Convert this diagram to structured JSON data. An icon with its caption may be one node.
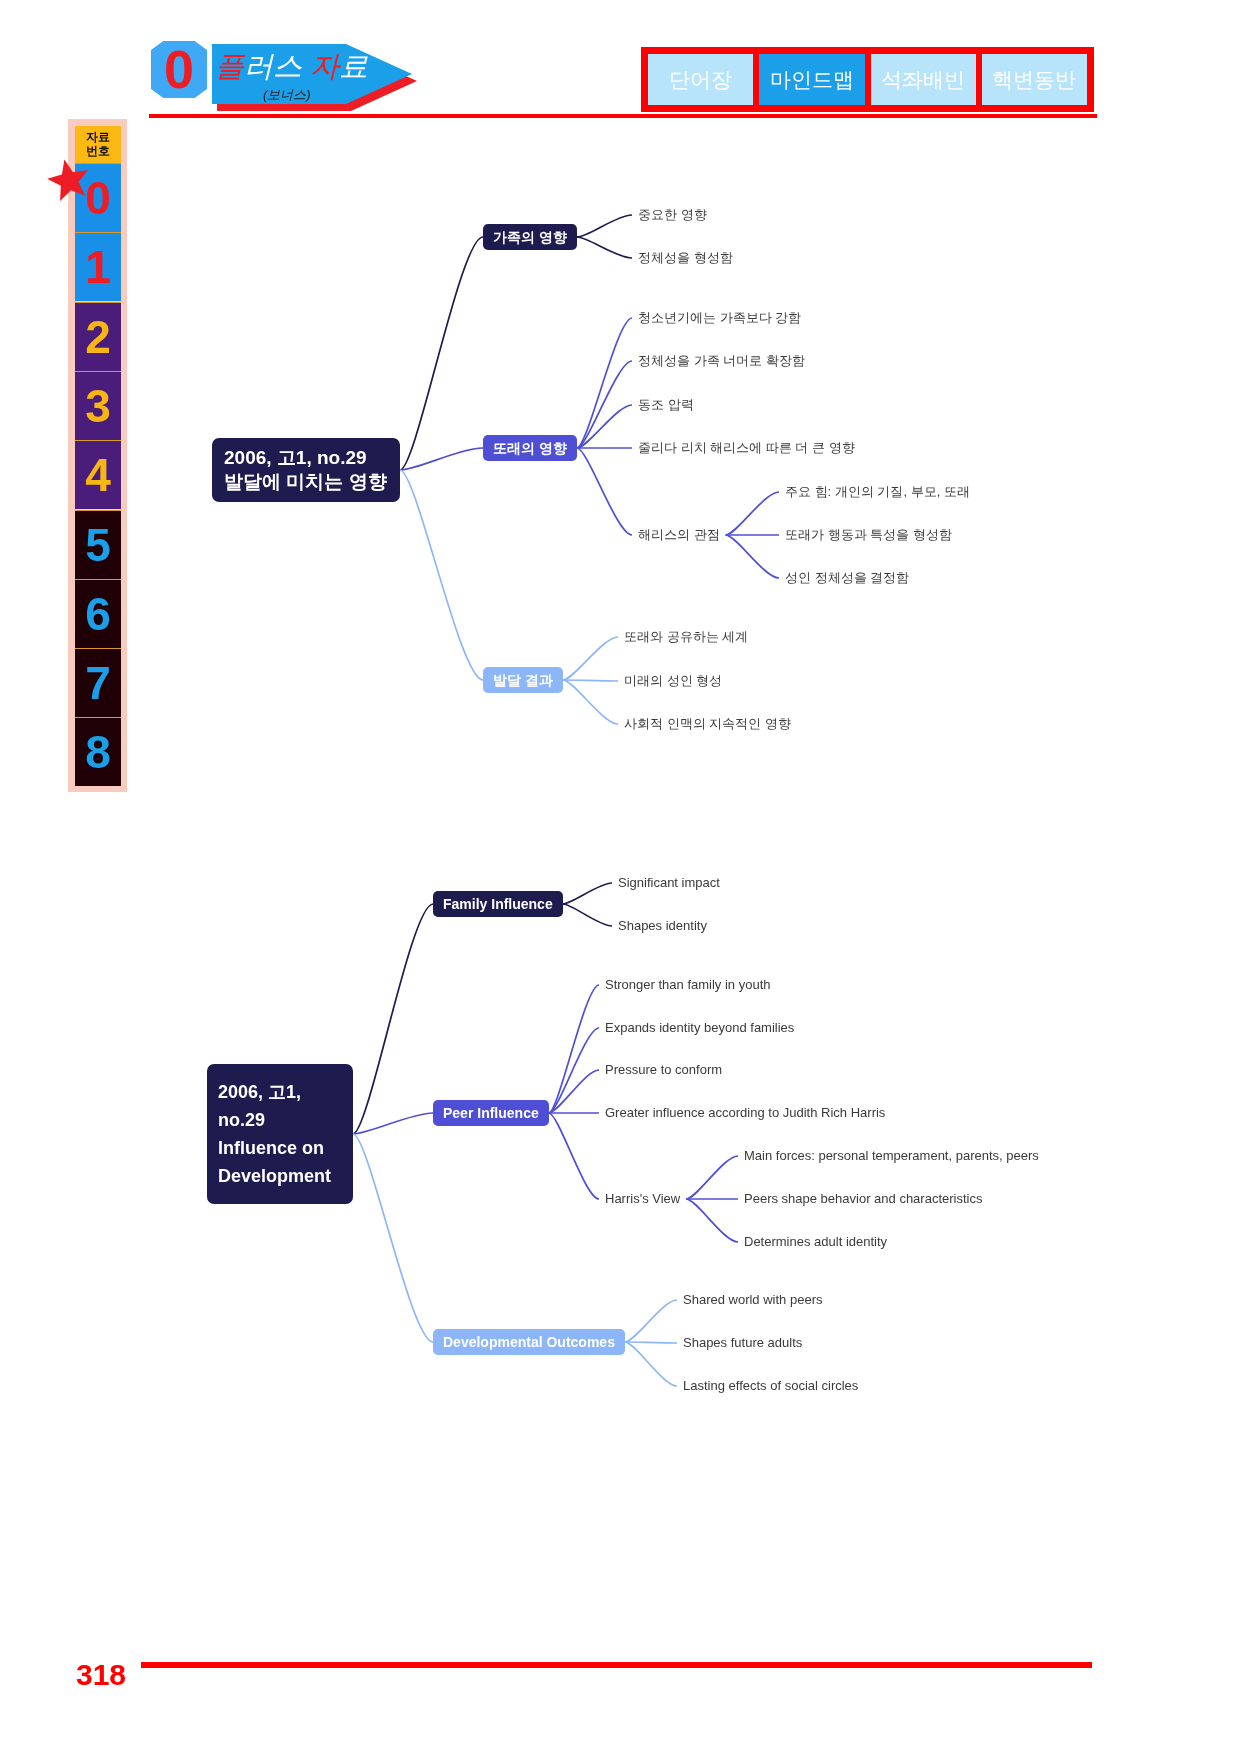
{
  "diagram": {
    "nodes": [
      {
        "text": [
          "2006, 고1, no.29 발달에 미치는 영향"
        ]
      },
      {
        "text": [
          "가족의 영향"
        ]
      },
      {
        "text": [
          "중요한 영향"
        ]
      },
      {
        "text": [
          "정체성을 형성함"
        ]
      },
      {
        "text": [
          "또래의 영향"
        ]
      },
      {
        "text": [
          "청소년기에는 가족보다 강함"
        ]
      },
      {
        "text": [
          "정체성을 가족 너머로 확장함"
        ]
      },
      {
        "text": [
          "동조 압력"
        ]
      },
      {
        "text": [
          "줄리다 리치 해리스에 따른 더 큰 영향"
        ]
      },
      {
        "text": [
          "해리스의 관점"
        ]
      },
      {
        "text": [
          "주요 힘: 개인의 기질, 부모, 또래"
        ]
      },
      {
        "text": [
          "또래가 행동과 특성을 형성함"
        ]
      },
      {
        "text": [
          "성인 정체성을 결정함"
        ]
      },
      {
        "text": [
          "발달 결과"
        ]
      },
      {
        "text": [
          "또래와 공유하는 세계"
        ]
      },
      {
        "text": [
          "미래의 성인 형성"
        ]
      },
      {
        "text": [
          "사회적 인맥의 지속적인 영향"
        ]
      },
      {
        "text": [
          "2006, 고1, no.29 Influence on Development"
        ]
      },
      {
        "text": [
          "Family Influence"
        ]
      },
      {
        "text": [
          "Significant impact"
        ]
      },
      {
        "text": [
          "Shapes identity"
        ]
      },
      {
        "text": [
          "Peer Influence"
        ]
      },
      {
        "text": [
          "Stronger than family in youth"
        ]
      },
      {
        "text": [
          "Expands identity beyond families"
        ]
      },
      {
        "text": [
          "Pressure to conform"
        ]
      },
      {
        "text": [
          "Greater influence according to Judith Rich Harris"
        ]
      },
      {
        "text": [
          "Harris's View"
        ]
      },
      {
        "text": [
          "Main forces: personal temperament, parents, peers"
        ]
      },
      {
        "text": [
          "Peers shape behavior and characteristics"
        ]
      },
      {
        "text": [
          "Determines adult identity"
        ]
      },
      {
        "text": [
          "Developmental Outcomes"
        ]
      },
      {
        "text": [
          "Shared world with peers"
        ]
      },
      {
        "text": [
          "Shapes future adults"
        ]
      },
      {
        "text": [
          "Lasting effects of social circles"
        ]
      }
    ],
    "edges": [
      {
        "from": 0,
        "to": 1,
        "arrow": "none",
        "color": "#1e1b4f"
      },
      {
        "from": 1,
        "to": 2,
        "arrow": "none",
        "color": "#1e1b4f"
      },
      {
        "from": 1,
        "to": 3,
        "arrow": "none",
        "color": "#1e1b4f"
      },
      {
        "from": 0,
        "to": 4,
        "arrow": "none"
      },
      {
        "from": 4,
        "to": 5,
        "arrow": "none"
      },
      {
        "from": 4,
        "to": 6,
        "arrow": "none"
      },
      {
        "from": 4,
        "to": 7,
        "arrow": "none"
      },
      {
        "from": 4,
        "to": 8,
        "arrow": "none"
      },
      {
        "from": 4,
        "to": 9,
        "arrow": "none"
      },
      {
        "from": 9,
        "to": 10,
        "arrow": "none"
      },
      {
        "from": 9,
        "to": 11,
        "arrow": "none"
      },
      {
        "from": 9,
        "to": 12,
        "arrow": "none"
      },
      {
        "from": 0,
        "to": 13,
        "arrow": "none",
        "color": "#8cb6f7"
      },
      {
        "from": 13,
        "to": 14,
        "arrow": "none",
        "color": "#8cb6f7"
      },
      {
        "from": 13,
        "to": 15,
        "arrow": "none",
        "color": "#8cb6f7"
      },
      {
        "from": 13,
        "to": 16,
        "arrow": "none",
        "color": "#8cb6f7"
      },
      {
        "from": 17,
        "to": 18,
        "arrow": "none",
        "color": "#1e1b4f"
      },
      {
        "from": 18,
        "to": 19,
        "arrow": "none",
        "color": "#1e1b4f"
      },
      {
        "from": 18,
        "to": 20,
        "arrow": "none",
        "color": "#1e1b4f"
      },
      {
        "from": 17,
        "to": 21,
        "arrow": "none"
      },
      {
        "from": 21,
        "to": 22,
        "arrow": "none"
      },
      {
        "from": 21,
        "to": 23,
        "arrow": "none"
      },
      {
        "from": 21,
        "to": 24,
        "arrow": "none"
      },
      {
        "from": 21,
        "to": 25,
        "arrow": "none"
      },
      {
        "from": 21,
        "to": 26,
        "arrow": "none"
      },
      {
        "from": 26,
        "to": 27,
        "arrow": "none"
      },
      {
        "from": 26,
        "to": 28,
        "arrow": "none"
      },
      {
        "from": 26,
        "to": 29,
        "arrow": "none"
      },
      {
        "from": 17,
        "to": 30,
        "arrow": "none",
        "color": "#8cb6f7"
      },
      {
        "from": 30,
        "to": 31,
        "arrow": "none",
        "color": "#8cb6f7"
      },
      {
        "from": 30,
        "to": 32,
        "arrow": "none",
        "color": "#8cb6f7"
      },
      {
        "from": 30,
        "to": 33,
        "arrow": "none",
        "color": "#8cb6f7"
      }
    ],
    "labels": [
      "0",
      "플러스 자료",
      "(보너스)",
      "단어장",
      "마인드맵",
      "석좌배빈",
      "핵변동반",
      "자료 번호",
      "0",
      "1",
      "2",
      "3",
      "4",
      "5",
      "6",
      "7",
      "8",
      "318"
    ]
  }
}
